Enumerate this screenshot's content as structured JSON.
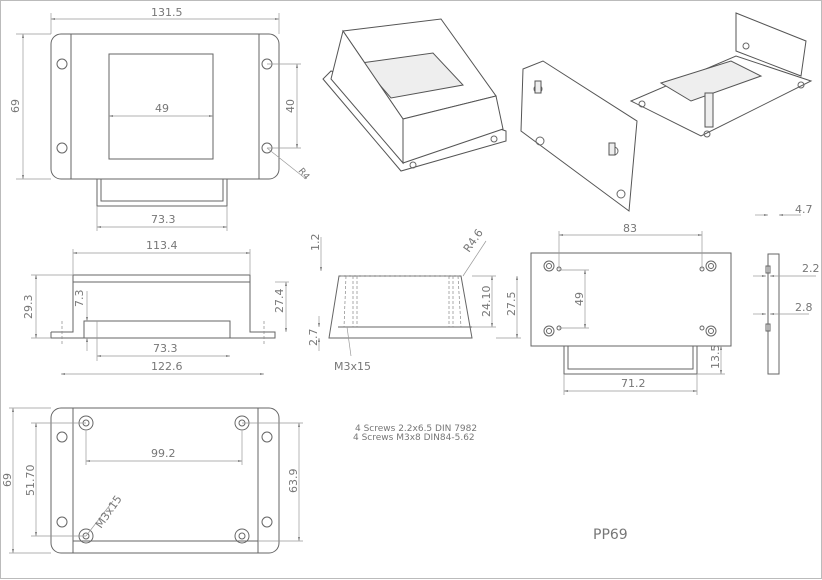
{
  "title": "PP69",
  "notes": [
    "4 Screws 2.2x6.5 DIN 7982",
    "4 Screws M3x8 DIN84-5.62"
  ],
  "top_view": {
    "width": "131.5",
    "height": "69",
    "window": "49",
    "hole_spacing": "40",
    "radius": "R4",
    "lip": "73.3"
  },
  "side_view": {
    "top": "113.4",
    "height": "29.3",
    "slot_depth": "7.3",
    "body": "27.4",
    "slot": "73.3",
    "overall": "122.6"
  },
  "section_view": {
    "wall": "1.2",
    "radius": "R4.6",
    "inner": "24.10",
    "outer": "27.5",
    "base": "2.7",
    "screw": "M3x15"
  },
  "plate_view": {
    "hole_x": "83",
    "hole_y": "49",
    "lip_h": "13.5",
    "lip_w": "71.2"
  },
  "profile_view": {
    "a": "4.7",
    "b": "2.2",
    "c": "2.8"
  },
  "bottom_view": {
    "height": "69",
    "hole_y": "51.70",
    "hole_x": "99.2",
    "inner": "63.9",
    "screw": "M3x15"
  }
}
